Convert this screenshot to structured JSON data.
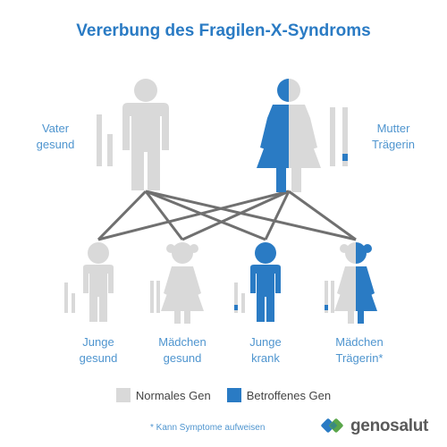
{
  "title": "Vererbung des Fragilen-X-Syndroms",
  "colors": {
    "normal": "#d9d9d9",
    "affected": "#2a7bc4",
    "title": "#2a7bc4",
    "label": "#4f95cf",
    "line": "#707070"
  },
  "parents": {
    "father": {
      "line1": "Vater",
      "line2": "gesund"
    },
    "mother": {
      "line1": "Mutter",
      "line2": "Trägerin"
    }
  },
  "children": [
    {
      "line1": "Junge",
      "line2": "gesund"
    },
    {
      "line1": "Mädchen",
      "line2": "gesund"
    },
    {
      "line1": "Junge",
      "line2": "krank"
    },
    {
      "line1": "Mädchen",
      "line2": "Trägerin*"
    }
  ],
  "legend": {
    "normal": "Normales Gen",
    "affected": "Betroffenes Gen"
  },
  "footnote": "* Kann Symptome aufweisen",
  "brand": "genosalut"
}
